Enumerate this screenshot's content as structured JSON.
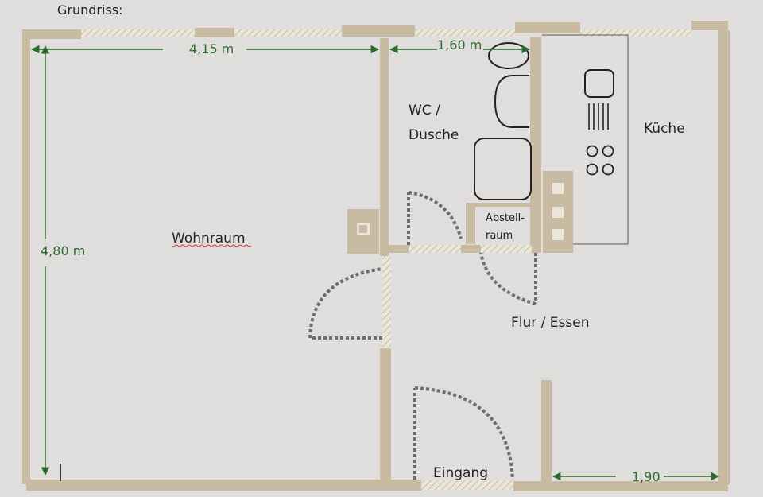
{
  "page": {
    "heading": "Grundriss:"
  },
  "rooms": {
    "living": "Wohnraum",
    "bath_line1": "WC /",
    "bath_line2": "Dusche",
    "kitchen": "Küche",
    "storage_line1": "Abstell-",
    "storage_line2": "raum",
    "hallway": "Flur / Essen",
    "entrance": "Eingang"
  },
  "dimensions": {
    "living_width": "4,15 m",
    "bath_width": "1,60 m",
    "living_depth": "4,80 m",
    "kitchen_width": "1,90"
  },
  "colors": {
    "background": "#dfdedd",
    "wall": "#c9bba1",
    "wall_hatch": "#cfc3ac",
    "door_swing": "#6d6d6d",
    "fixture_stroke": "#222222",
    "dimension": "#2d6a2d",
    "text": "#222222"
  }
}
